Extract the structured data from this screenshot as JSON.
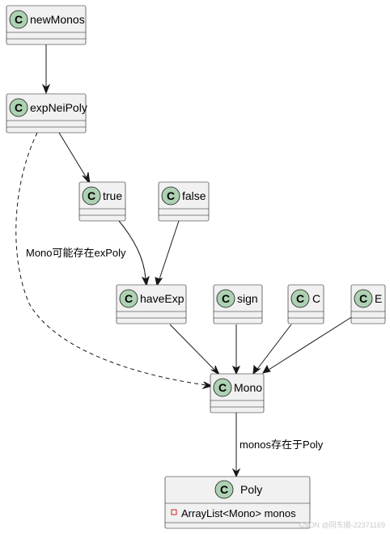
{
  "badge_letter": "C",
  "classes": {
    "newMonos": "newMonos",
    "expNeiPoly": "expNeiPoly",
    "true": "true",
    "false": "false",
    "haveExp": "haveExp",
    "sign": "sign",
    "c": "C",
    "e": "E",
    "mono": "Mono",
    "poly": "Poly"
  },
  "poly_field": "ArrayList<Mono> monos",
  "edge_labels": {
    "expneipoly_mono": "Mono可能存在exPoly",
    "mono_poly": "monos存在于Poly"
  },
  "watermark": "CSDN @同东顺-22371169",
  "colors": {
    "class_fill": "#f1f1f1",
    "badge_fill": "#add1b2",
    "line": "#181818",
    "private_marker": "#c82930"
  }
}
